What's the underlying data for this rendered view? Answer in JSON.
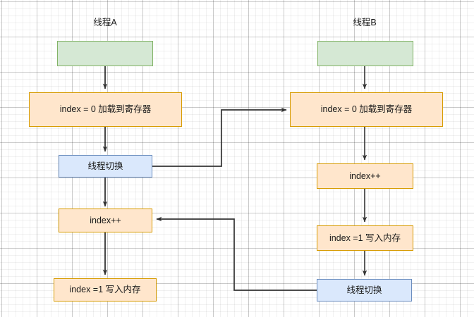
{
  "diagram": {
    "title_a": "线程A",
    "title_b": "线程B",
    "background": "#ffffff",
    "colors": {
      "green_fill": "#d5e8d4",
      "green_stroke": "#82b366",
      "orange_fill": "#ffe6cc",
      "orange_stroke": "#d79b00",
      "blue_fill": "#dae8fc",
      "blue_stroke": "#6c8ebf",
      "edge_stroke": "#333333",
      "grid_minor": "#f0f0f0",
      "grid_major": "#d6d6d6"
    },
    "thread_a": {
      "start": "",
      "load": "index = 0 加载到寄存器",
      "switch": "线程切换",
      "increment": "index++",
      "write": "index =1 写入内存"
    },
    "thread_b": {
      "start": "",
      "load": "index = 0 加载到寄存器",
      "increment": "index++",
      "write": "index =1 写入内存",
      "switch": "线程切换"
    },
    "edges": [
      {
        "name": "a-start-to-a-load",
        "from": "线程A 起始",
        "to": "index = 0 加载到寄存器",
        "arrow": true
      },
      {
        "name": "a-load-to-a-switch",
        "from": "index = 0 加载到寄存器",
        "to": "线程切换",
        "arrow": true
      },
      {
        "name": "a-switch-to-b-load",
        "from": "线程切换 (A)",
        "to": "index = 0 加载到寄存器 (B)",
        "arrow": true
      },
      {
        "name": "a-switch-to-a-increment",
        "from": "线程切换 (A)",
        "to": "index++ (A)",
        "arrow": true
      },
      {
        "name": "a-increment-to-a-write",
        "from": "index++ (A)",
        "to": "index =1 写入内存 (A)",
        "arrow": true
      },
      {
        "name": "b-start-to-b-load",
        "from": "线程B 起始",
        "to": "index = 0 加载到寄存器 (B)",
        "arrow": true
      },
      {
        "name": "b-load-to-b-increment",
        "from": "index = 0 加载到寄存器 (B)",
        "to": "index++ (B)",
        "arrow": true
      },
      {
        "name": "b-increment-to-b-write",
        "from": "index++ (B)",
        "to": "index =1 写入内存 (B)",
        "arrow": true
      },
      {
        "name": "b-write-to-b-switch",
        "from": "index =1 写入内存 (B)",
        "to": "线程切换 (B)",
        "arrow": true
      },
      {
        "name": "b-switch-to-a-increment",
        "from": "线程切换 (B)",
        "to": "index++ (A)",
        "arrow": true
      }
    ]
  }
}
